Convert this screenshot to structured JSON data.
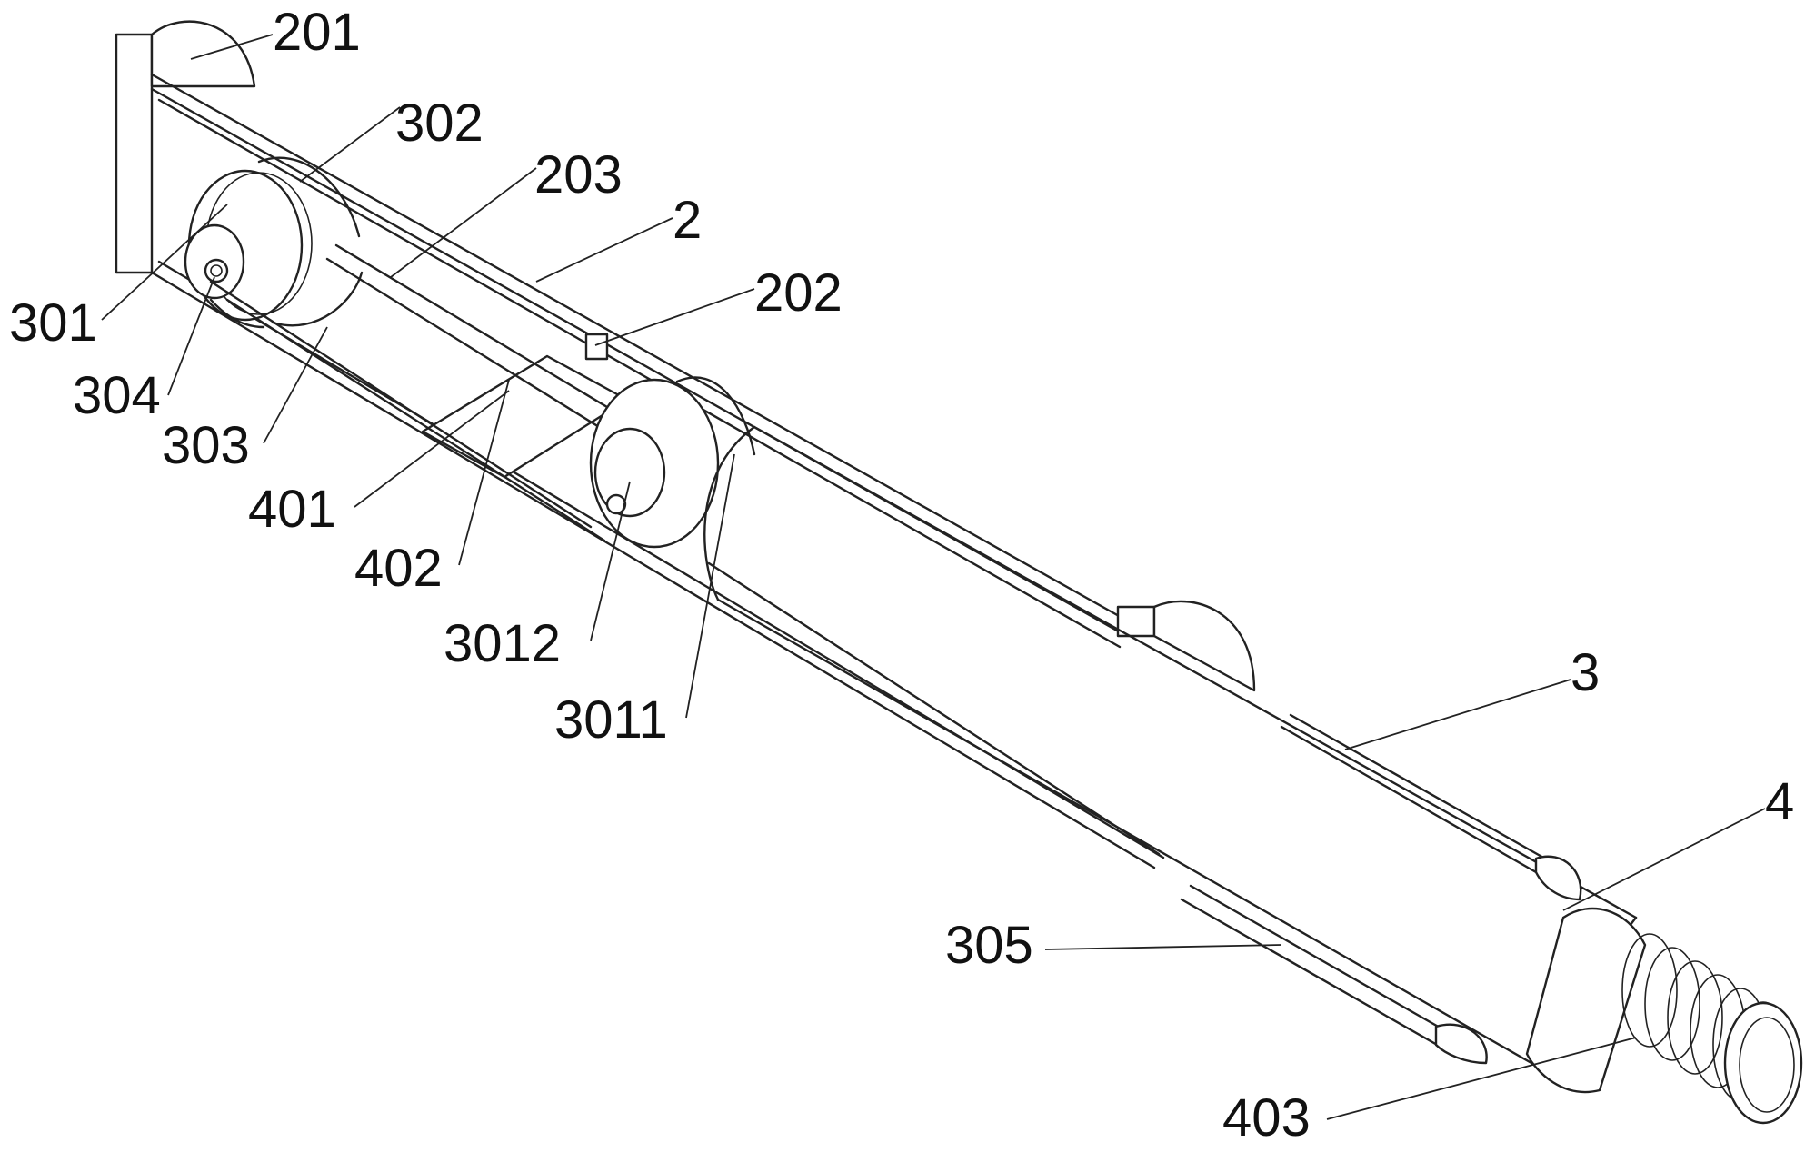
{
  "labels": {
    "l201": "201",
    "l302": "302",
    "l203": "203",
    "l2": "2",
    "l202": "202",
    "l301": "301",
    "l304": "304",
    "l303": "303",
    "l401": "401",
    "l402": "402",
    "l3012": "3012",
    "l3011": "3011",
    "l3": "3",
    "l4": "4",
    "l305": "305",
    "l403": "403"
  }
}
